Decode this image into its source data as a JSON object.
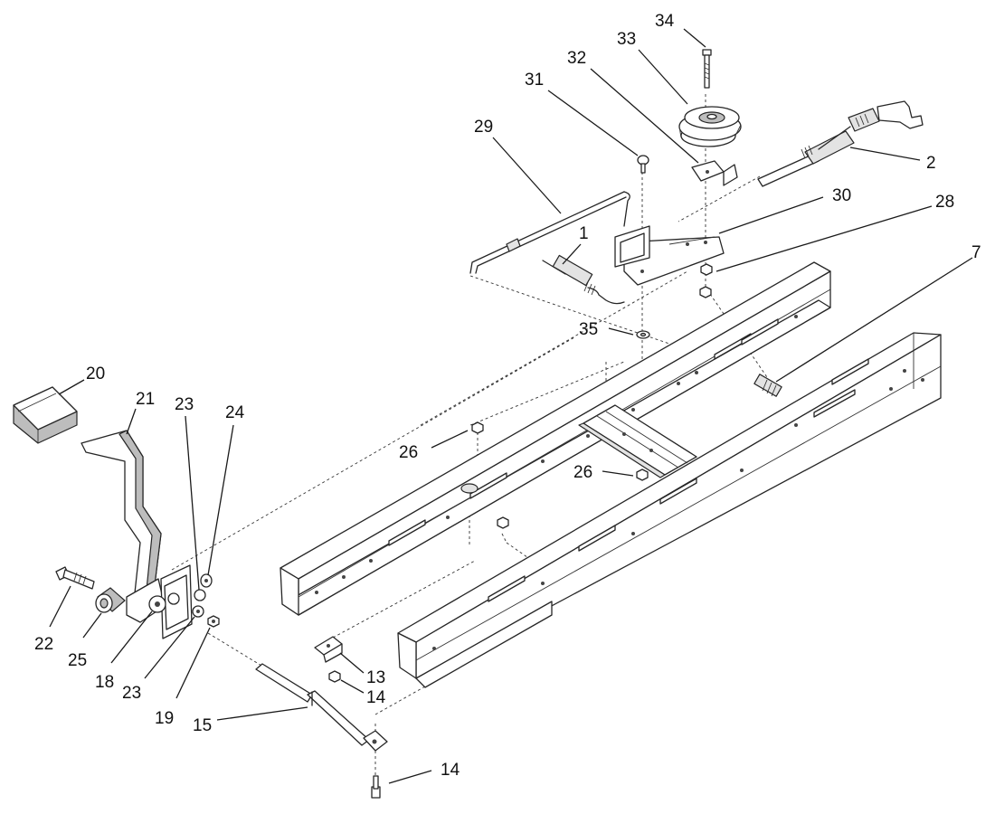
{
  "callouts": [
    {
      "id": "c34",
      "text": "34"
    },
    {
      "id": "c33",
      "text": "33"
    },
    {
      "id": "c32",
      "text": "32"
    },
    {
      "id": "c31",
      "text": "31"
    },
    {
      "id": "c29",
      "text": "29"
    },
    {
      "id": "c2",
      "text": "2"
    },
    {
      "id": "c30",
      "text": "30"
    },
    {
      "id": "c28",
      "text": "28"
    },
    {
      "id": "c1",
      "text": "1"
    },
    {
      "id": "c7",
      "text": "7"
    },
    {
      "id": "c35",
      "text": "35"
    },
    {
      "id": "c20",
      "text": "20"
    },
    {
      "id": "c21",
      "text": "21"
    },
    {
      "id": "c23a",
      "text": "23"
    },
    {
      "id": "c24",
      "text": "24"
    },
    {
      "id": "c26a",
      "text": "26"
    },
    {
      "id": "c26b",
      "text": "26"
    },
    {
      "id": "c22",
      "text": "22"
    },
    {
      "id": "c25",
      "text": "25"
    },
    {
      "id": "c18",
      "text": "18"
    },
    {
      "id": "c23b",
      "text": "23"
    },
    {
      "id": "c19",
      "text": "19"
    },
    {
      "id": "c15",
      "text": "15"
    },
    {
      "id": "c13",
      "text": "13"
    },
    {
      "id": "c14a",
      "text": "14"
    },
    {
      "id": "c14b",
      "text": "14"
    }
  ]
}
